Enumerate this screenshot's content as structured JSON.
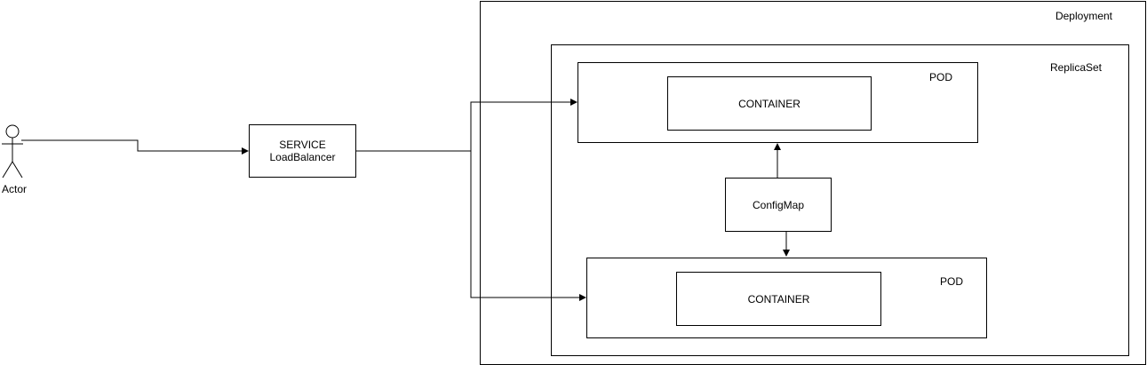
{
  "actor": {
    "label": "Actor"
  },
  "service": {
    "line1": "SERVICE",
    "line2": "LoadBalancer"
  },
  "deployment": {
    "label": "Deployment"
  },
  "replicaset": {
    "label": "ReplicaSet"
  },
  "pod_top": {
    "label": "POD",
    "container_label": "CONTAINER"
  },
  "pod_bottom": {
    "label": "POD",
    "container_label": "CONTAINER"
  },
  "configmap": {
    "label": "ConfigMap"
  },
  "colors": {
    "stroke": "#000000",
    "fill": "#ffffff"
  }
}
